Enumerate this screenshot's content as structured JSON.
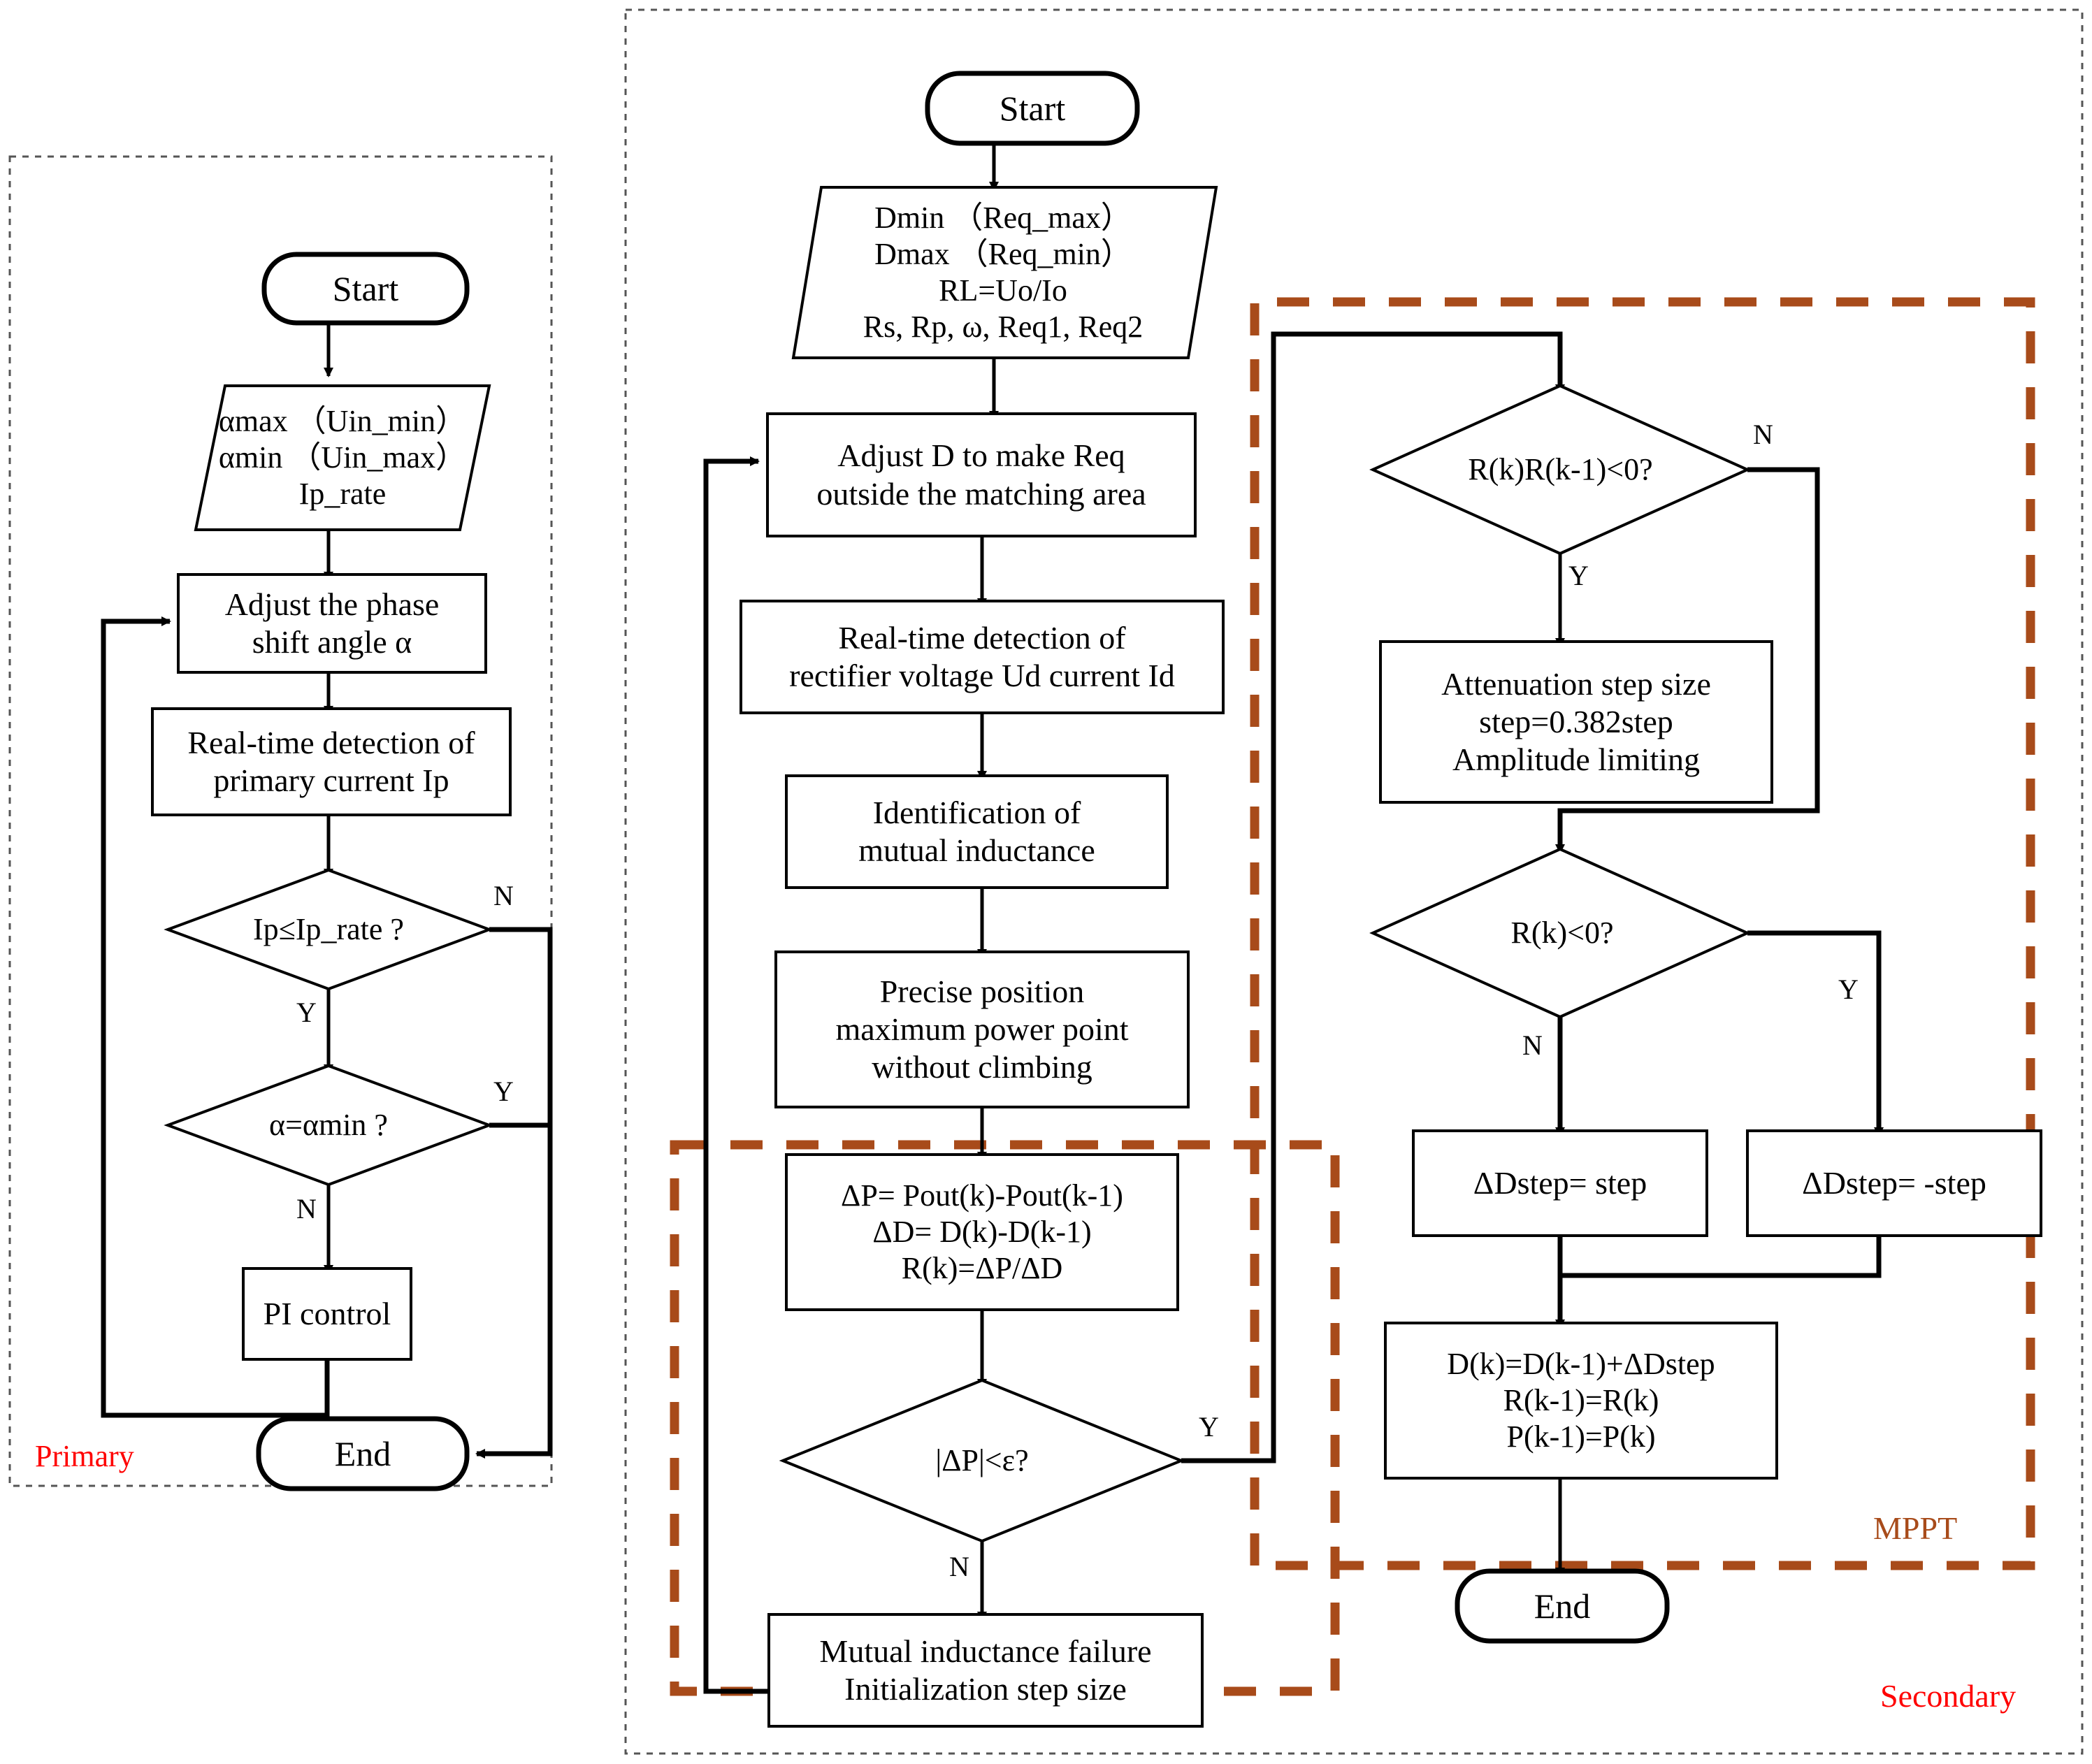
{
  "figure": {
    "type": "flowchart",
    "title": "Primary / Secondary control and MPPT flowchart"
  },
  "zones": {
    "primary": {
      "label": "Primary",
      "color": "#ff0000",
      "border": "dotted-gray"
    },
    "secondary": {
      "label": "Secondary",
      "color": "#ff0000",
      "border": "dotted-gray"
    },
    "mppt": {
      "label": "MPPT",
      "color": "#a84b1a",
      "border": "dashed-brown"
    }
  },
  "colors": {
    "stroke": "#000000",
    "zone_red": "#ff0000",
    "mppt_brown": "#a84b1a",
    "zone_gray": "#808080"
  },
  "primary_flow": {
    "start": "Start",
    "io": "αmax （Uin_min）\nαmin （Uin_max）\nIp_rate",
    "io_lines": [
      "αmax （Uin_min）",
      "αmin （Uin_max）",
      "Ip_rate"
    ],
    "adjust": "Adjust the phase\nshift angle α",
    "detect": "Real-time detection of\nprimary current Ip",
    "decision1": "Ip≤Ip_rate ?",
    "decision1_no": "N",
    "decision1_yes": "Y",
    "decision2": "α=αmin ?",
    "decision2_yes": "Y",
    "decision2_no": "N",
    "pi": "PI control",
    "end": "End"
  },
  "secondary_flow": {
    "start": "Start",
    "io_lines": [
      "Dmin （Req_max）",
      "Dmax （Req_min）",
      "RL=Uo/Io",
      "Rs, Rp, ω, Req1, Req2"
    ],
    "adjust_d": "Adjust D to make Req\noutside the matching area",
    "detect": "Real-time detection of\nrectifier voltage Ud current Id",
    "identify": "Identification of\nmutual inductance",
    "precise": "Precise position\nmaximum power point\nwithout climbing",
    "delta_block_lines": [
      "ΔP= Pout(k)-Pout(k-1)",
      "ΔD= D(k)-D(k-1)",
      "R(k)=ΔP/ΔD"
    ],
    "decision_eps": "|ΔP|<ε?",
    "decision_eps_yes": "Y",
    "decision_eps_no": "N",
    "failure": "Mutual inductance failure\nInitialization step size"
  },
  "mppt_flow": {
    "decision_sign": "R(k)R(k-1)<0?",
    "decision_sign_no": "N",
    "decision_sign_yes": "Y",
    "attenuation_lines": [
      "Attenuation step size",
      "step=0.382step",
      "Amplitude limiting"
    ],
    "decision_neg": "R(k)<0?",
    "decision_neg_no": "N",
    "decision_neg_yes": "Y",
    "step_pos": "ΔDstep= step",
    "step_neg": "ΔDstep= -step",
    "update_lines": [
      "D(k)=D(k-1)+ΔDstep",
      "R(k-1)=R(k)",
      "P(k-1)=P(k)"
    ],
    "end": "End"
  }
}
